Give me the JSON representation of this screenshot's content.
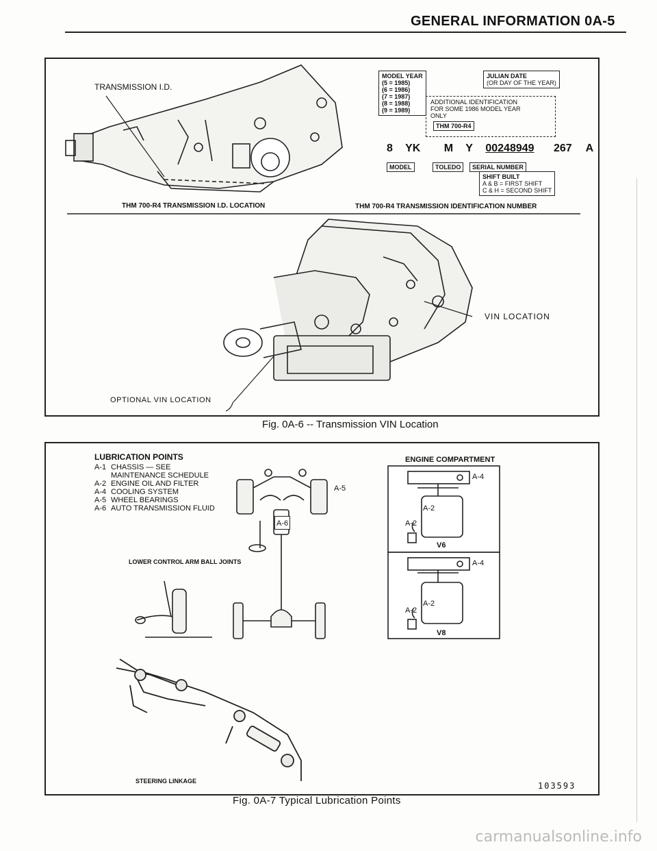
{
  "header": {
    "title": "GENERAL INFORMATION 0A-5"
  },
  "fig6": {
    "caption": "Fig. 0A-6 -- Transmission VIN Location",
    "transmission_id_label": "TRANSMISSION I.D.",
    "left_caption": "THM 700-R4 TRANSMISSION I.D. LOCATION",
    "right_caption": "THM 700-R4 TRANSMISSION IDENTIFICATION NUMBER",
    "vin_location": "VIN LOCATION",
    "optional_vin_location": "OPTIONAL VIN LOCATION",
    "model_year_box": [
      "MODEL YEAR",
      "(5 = 1985)",
      "(6 = 1986)",
      "(7 = 1987)",
      "(8 = 1988)",
      "(9 = 1989)"
    ],
    "julian_date_box": [
      "JULIAN DATE",
      "(OR DAY OF THE YEAR)"
    ],
    "additional_box": [
      "ADDITIONAL IDENTIFICATION",
      "FOR SOME 1986 MODEL YEAR",
      "ONLY"
    ],
    "thm_tag": "THM 700-R4",
    "id_code": {
      "year": "8",
      "model": "YK",
      "plant": "M",
      "sep": "Y",
      "serial": "00248949",
      "day": "267",
      "shift": "A"
    },
    "model_tag": "MODEL",
    "toledo_tag": "TOLEDO",
    "serial_tag": "SERIAL NUMBER",
    "shift_box": [
      "SHIFT BUILT",
      "A & B = FIRST SHIFT",
      "C & H = SECOND SHIFT"
    ]
  },
  "fig7": {
    "caption": "Fig. 0A-7 Typical Lubrication Points",
    "title": "LUBRICATION POINTS",
    "points": [
      {
        "code": "A-1",
        "text": "CHASSIS — SEE"
      },
      {
        "code": "",
        "text": "MAINTENANCE SCHEDULE"
      },
      {
        "code": "A-2",
        "text": "ENGINE OIL AND FILTER"
      },
      {
        "code": "A-4",
        "text": "COOLING SYSTEM"
      },
      {
        "code": "A-5",
        "text": "WHEEL BEARINGS"
      },
      {
        "code": "A-6",
        "text": "AUTO TRANSMISSION FLUID"
      }
    ],
    "engine_compartment": "ENGINE COMPARTMENT",
    "v6": "V6",
    "v8": "V8",
    "a2": "A-2",
    "a4": "A-4",
    "a5": "A-5",
    "a6": "A-6",
    "lower_control_arm": "LOWER CONTROL ARM BALL JOINTS",
    "steering_linkage": "STEERING LINKAGE",
    "ref_number": "103593"
  },
  "watermark": "carmanualsonline.info"
}
